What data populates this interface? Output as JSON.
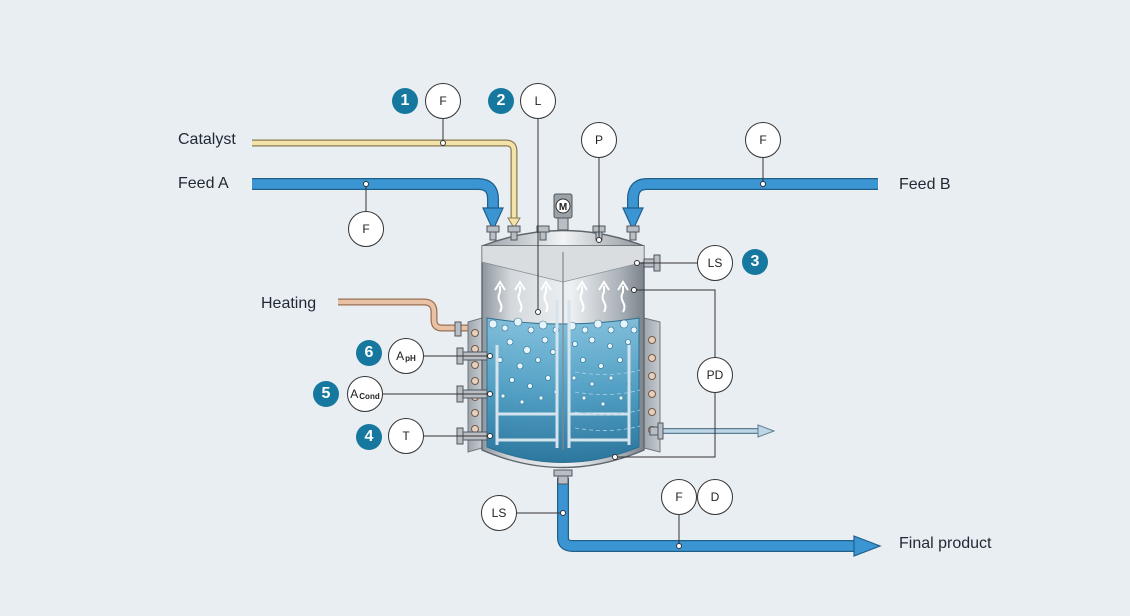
{
  "colors": {
    "background": "#e9eef3",
    "pipe_blue": "#3a95d2",
    "catalyst_pipe": "#f4e3a8",
    "heating_pipe": "#e8c2a6",
    "badge": "#16789f",
    "vessel_steel": "#c9ced4",
    "liquid": "#3f8fb5"
  },
  "labels": {
    "catalyst": "Catalyst",
    "feed_a": "Feed A",
    "feed_b": "Feed B",
    "heating": "Heating",
    "final_product": "Final product"
  },
  "motor": {
    "symbol": "M"
  },
  "instruments": {
    "f_catalyst": {
      "tag": "F",
      "badge": "1"
    },
    "l_level": {
      "tag": "L",
      "badge": "2"
    },
    "ls_top": {
      "tag": "LS",
      "badge": "3"
    },
    "t_temp": {
      "tag": "T",
      "badge": "4"
    },
    "a_cond": {
      "tag": "A",
      "sub": "Cond",
      "badge": "5"
    },
    "a_ph": {
      "tag": "A",
      "sub": "pH",
      "badge": "6"
    },
    "f_feed_a": {
      "tag": "F"
    },
    "p_pressure": {
      "tag": "P"
    },
    "f_feed_b": {
      "tag": "F"
    },
    "pd": {
      "tag": "PD"
    },
    "ls_bottom": {
      "tag": "LS"
    },
    "f_product": {
      "tag": "F"
    },
    "d_product": {
      "tag": "D"
    }
  }
}
